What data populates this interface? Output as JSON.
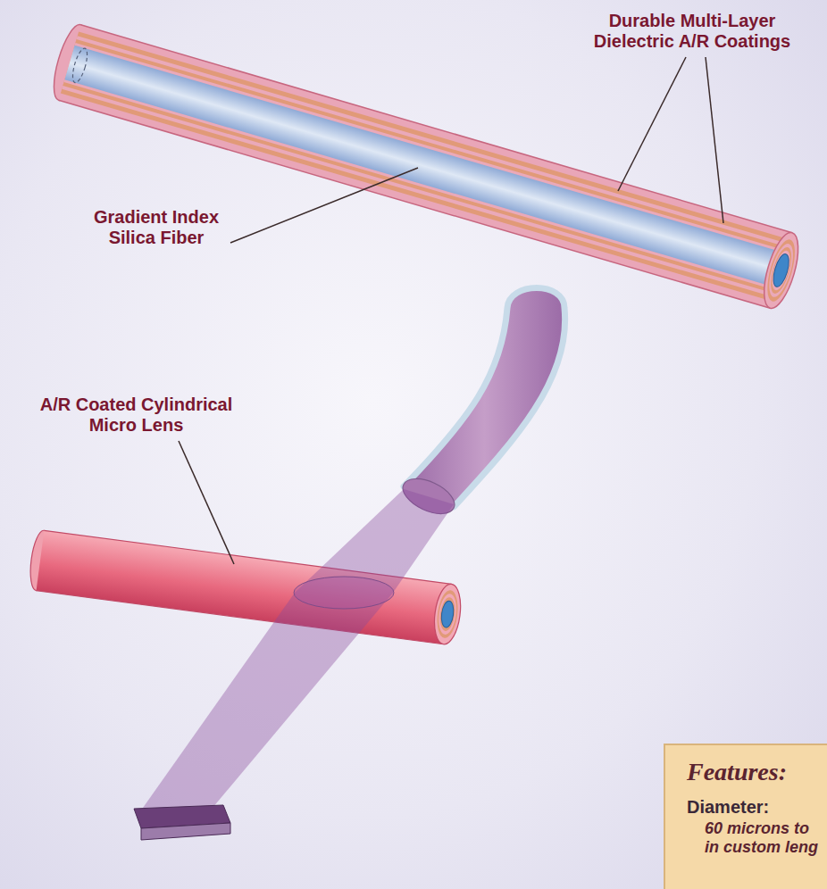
{
  "diagram": {
    "nodes": [
      {
        "text": [
          "Features:",
          "Diameter:",
          "60 microns to in custom leng"
        ]
      }
    ],
    "labels": [
      "Durable Multi-Layer Dielectric A/R Coatings",
      "Gradient Index Silica Fiber",
      "A/R Coated Cylindrical Micro Lens"
    ]
  }
}
